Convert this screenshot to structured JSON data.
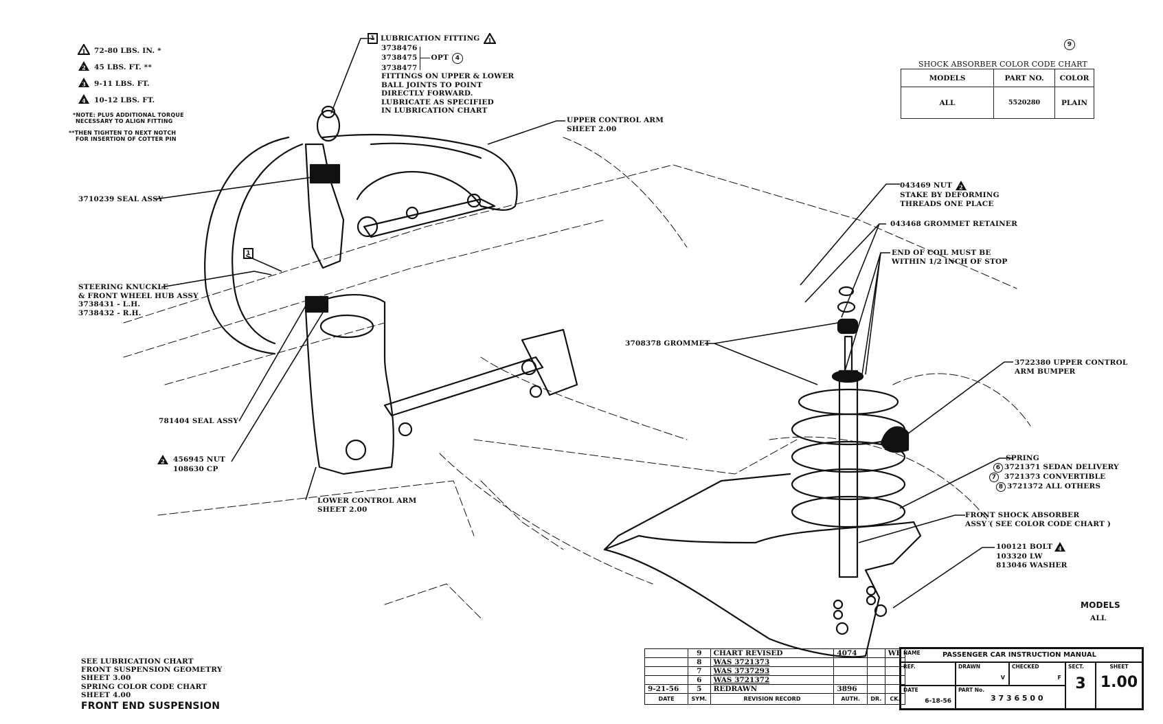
{
  "torque_legend": {
    "items": [
      {
        "sym": "1",
        "text": "72-80 LBS. IN. *"
      },
      {
        "sym": "2",
        "text": "45 LBS. FT. **"
      },
      {
        "sym": "3",
        "text": "9-11 LBS. FT."
      },
      {
        "sym": "4",
        "text": "10-12 LBS. FT."
      }
    ],
    "note1_line1": "*NOTE: PLUS ADDITIONAL TORQUE",
    "note1_line2": "NECESSARY TO ALIGN FITTING",
    "note2_line1": "**THEN TIGHTEN TO NEXT NOTCH",
    "note2_line2": "FOR INSERTION OF COTTER PIN"
  },
  "lubrication": {
    "box_num": "1",
    "title": "LUBRICATION FITTING",
    "torque_sym": "1",
    "parts": [
      "3738476",
      "3738475",
      "3738477"
    ],
    "opt_label": "OPT",
    "opt_circle": "4",
    "desc": [
      "FITTINGS ON UPPER & LOWER",
      "BALL JOINTS TO POINT",
      "DIRECTLY FORWARD.",
      "LUBRICATE AS SPECIFIED",
      "IN LUBRICATION CHART"
    ]
  },
  "callouts": {
    "upper_control_arm": [
      "UPPER CONTROL ARM",
      "SHEET 2.00"
    ],
    "seal_assy_upper": "3710239 SEAL ASSY",
    "steering_knuckle": [
      "STEERING KNUCKLE",
      "& FRONT WHEEL HUB ASSY",
      "3738431 - L.H.",
      "3738432 - R.H."
    ],
    "lower_fitting_box": "1",
    "seal_assy_lower": "781404 SEAL ASSY",
    "nut_lower": {
      "sym": "2",
      "lines": [
        "456945 NUT",
        "108630 CP"
      ]
    },
    "lower_control_arm": [
      "LOWER CONTROL ARM",
      "SHEET 2.00"
    ],
    "nut_top": {
      "sym": "2",
      "lines": [
        "043469 NUT",
        "STAKE BY DEFORMING",
        "THREADS ONE PLACE"
      ]
    },
    "grommet_retainer": "043468 GROMMET  RETAINER",
    "coil_end": [
      "END OF COIL MUST BE",
      "WITHIN 1/2 INCH OF STOP"
    ],
    "grommet": "3708378 GROMMET",
    "bumper": [
      "3722380 UPPER CONTROL",
      "ARM BUMPER"
    ],
    "spring": {
      "title": "SPRING",
      "items": [
        {
          "circle": "6",
          "text": "3721371 SEDAN DELIVERY"
        },
        {
          "circle": "7",
          "text": "3721373 CONVERTIBLE"
        },
        {
          "circle": "8",
          "text": "3721372 ALL OTHERS"
        }
      ]
    },
    "shock": [
      "FRONT SHOCK ABSORBER",
      "ASSY ( SEE COLOR CODE CHART )"
    ],
    "bolt": {
      "sym": "4",
      "lines": [
        "100121 BOLT",
        "103320 LW",
        "813046 WASHER"
      ]
    }
  },
  "shock_chart": {
    "rev_circle": "9",
    "title": "SHOCK ABSORBER COLOR CODE CHART",
    "headers": [
      "MODELS",
      "PART NO.",
      "COLOR"
    ],
    "rows": [
      [
        "ALL",
        "5520280",
        "PLAIN"
      ]
    ]
  },
  "models": {
    "label": "MODELS",
    "value": "ALL"
  },
  "references": {
    "lines": [
      "SEE LUBRICATION CHART",
      "FRONT SUSPENSION GEOMETRY",
      "SHEET 3.00",
      "SPRING COLOR CODE CHART",
      "SHEET 4.00"
    ],
    "title": "FRONT END SUSPENSION"
  },
  "revision_table": {
    "rows": [
      {
        "date": "",
        "sym": "9",
        "record": "CHART REVISED",
        "auth": "4074",
        "dr": "",
        "ck": "WF"
      },
      {
        "date": "",
        "sym": "8",
        "record": "WAS 3721373",
        "auth": "",
        "dr": "",
        "ck": ""
      },
      {
        "date": "",
        "sym": "7",
        "record": "WAS 3737293",
        "auth": "",
        "dr": "",
        "ck": ""
      },
      {
        "date": "",
        "sym": "6",
        "record": "WAS 3721372",
        "auth": "",
        "dr": "",
        "ck": ""
      },
      {
        "date": "9-21-56",
        "sym": "5",
        "record": "REDRAWN",
        "auth": "3896",
        "dr": "",
        "ck": ""
      }
    ],
    "footer": [
      "DATE",
      "SYM.",
      "REVISION RECORD",
      "AUTH.",
      "DR.",
      "CK."
    ]
  },
  "title_block": {
    "name_label": "NAME",
    "name": "PASSENGER CAR INSTRUCTION MANUAL",
    "ref_label": "REF.",
    "drawn_label": "DRAWN",
    "drawn": "V",
    "checked_label": "CHECKED",
    "checked": "F",
    "sect_label": "SECT.",
    "sect": "3",
    "sheet_label": "SHEET",
    "sheet": "1.00",
    "date_label": "DATE",
    "date": "6-18-56",
    "part_label": "PART No.",
    "part": "3 7 3 6 5 0 0"
  }
}
